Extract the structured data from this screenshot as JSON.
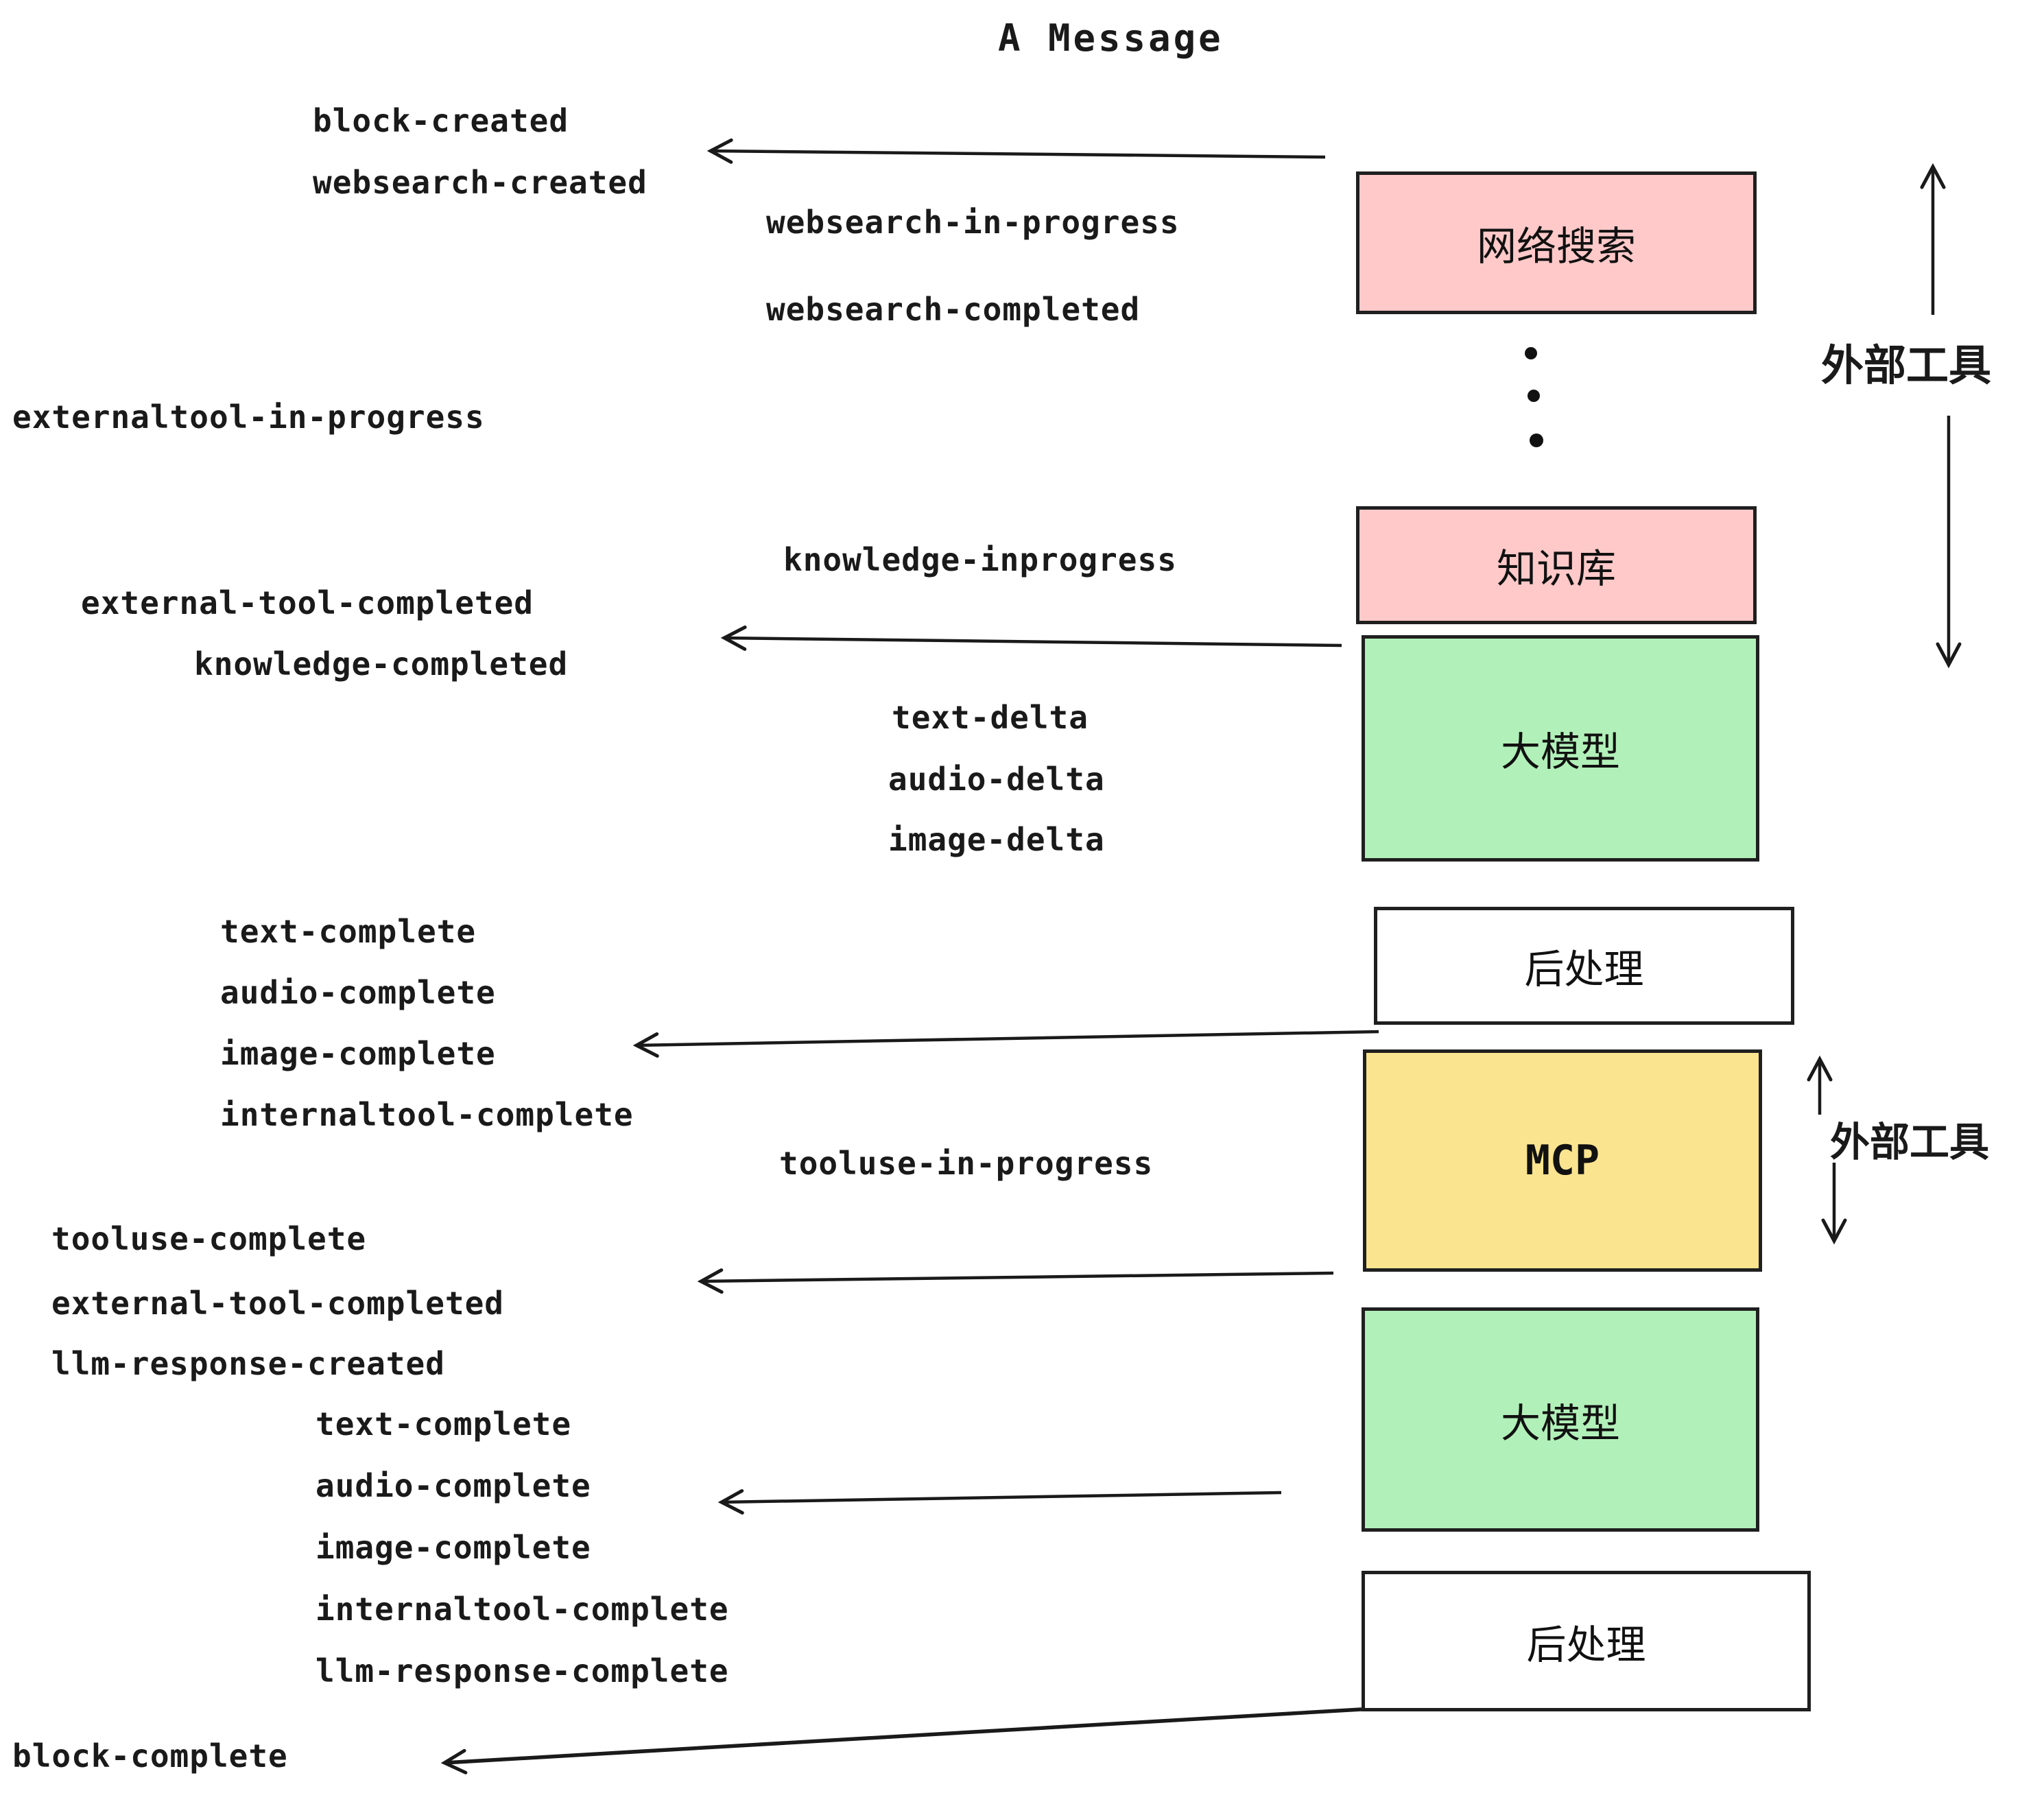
{
  "title": "A Message",
  "events": {
    "block_created": "block-created",
    "websearch_created": "websearch-created",
    "websearch_in_progress": "websearch-in-progress",
    "websearch_completed": "websearch-completed",
    "externaltool_in_progress": "externaltool-in-progress",
    "knowledge_inprogress": "knowledge-inprogress",
    "external_tool_completed_1": "external-tool-completed",
    "knowledge_completed": "knowledge-completed",
    "text_delta_1": "text-delta",
    "audio_delta_1": "audio-delta",
    "image_delta_1": "image-delta",
    "text_complete_1": "text-complete",
    "audio_complete_1": "audio-complete",
    "image_complete_1": "image-complete",
    "internaltool_complete_1": "internaltool-complete",
    "tooluse_in_progress": "tooluse-in-progress",
    "tooluse_complete": "tooluse-complete",
    "external_tool_completed_2": "external-tool-completed",
    "llm_response_created": "llm-response-created",
    "text_complete_2": "text-complete",
    "audio_complete_2": "audio-complete",
    "image_complete_2": "image-complete",
    "internaltool_complete_2": "internaltool-complete",
    "llm_response_complete": "llm-response-complete",
    "block_complete": "block-complete"
  },
  "boxes": {
    "websearch": {
      "label": "网络搜索",
      "color": "#ffc9c9"
    },
    "knowledge": {
      "label": "知识库",
      "color": "#ffc9c9"
    },
    "llm_1": {
      "label": "大模型",
      "color": "#b2f0b9"
    },
    "post_1": {
      "label": "后处理",
      "color": "#ffffff"
    },
    "mcp": {
      "label": "MCP",
      "color": "#fae48f"
    },
    "llm_2": {
      "label": "大模型",
      "color": "#b2f0b9"
    },
    "post_2": {
      "label": "后处理",
      "color": "#ffffff"
    }
  },
  "annotations": {
    "external_tools_1": "外部工具",
    "external_tools_2": "外部工具"
  },
  "colors": {
    "ink": "#1a1a1a",
    "pink": "#ffc9c9",
    "green": "#b2f0b9",
    "yellow": "#fae48f",
    "white": "#ffffff"
  }
}
